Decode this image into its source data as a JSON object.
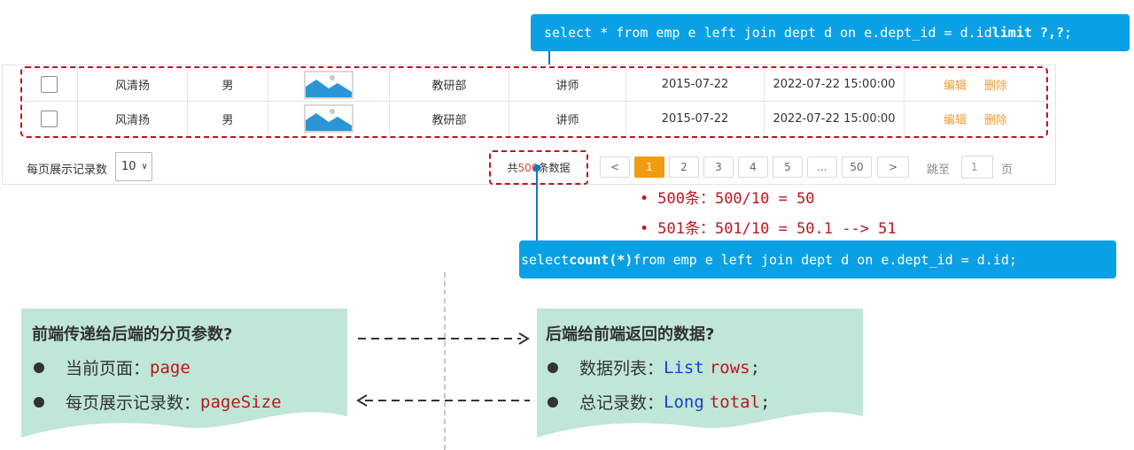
{
  "sql": {
    "limit_query": {
      "text": "select * from emp e left join dept d on e.dept_id = d.id ",
      "bold": "limit ?,?",
      "tail": ";"
    },
    "count_query": {
      "pre": "select ",
      "bold": "count(*)",
      "text": " from emp e left join dept d on e.dept_id = d.id;"
    }
  },
  "table": {
    "rows": [
      {
        "name": "风清扬",
        "gender": "男",
        "dept": "教研部",
        "job": "讲师",
        "entry_date": "2015-07-22",
        "update_time": "2022-07-22 15:00:00",
        "edit": "编辑",
        "delete": "删除"
      },
      {
        "name": "风清扬",
        "gender": "男",
        "dept": "教研部",
        "job": "讲师",
        "entry_date": "2015-07-22",
        "update_time": "2022-07-22 15:00:00",
        "edit": "编辑",
        "delete": "删除"
      }
    ]
  },
  "pagination": {
    "page_size_label": "每页展示记录数",
    "page_size_value": "10",
    "total_prefix": "共",
    "total_count": "500",
    "total_suffix": "条数据",
    "prev": "<",
    "next": ">",
    "pages": [
      "1",
      "2",
      "3",
      "4",
      "5",
      "...",
      "50"
    ],
    "current_page": "1",
    "jump_label": "跳至",
    "jump_value": "1",
    "page_unit": "页"
  },
  "calc": [
    {
      "bullet": "•",
      "text": "500条：500/10 = 50"
    },
    {
      "bullet": "•",
      "text": "501条：501/10 = 50.1 --> 51"
    }
  ],
  "frontend_note": {
    "title": "前端传递给后端的分页参数?",
    "items": [
      {
        "label": "当前页面：",
        "code": "page"
      },
      {
        "label": "每页展示记录数：",
        "code": "pageSize"
      }
    ]
  },
  "backend_note": {
    "title": "后端给前端返回的数据?",
    "items": [
      {
        "label": "数据列表：",
        "code_type": "List",
        "code_var": "rows",
        "tail": ";"
      },
      {
        "label": "总记录数：",
        "code_type": "Long",
        "code_var": "total",
        "tail": ";"
      }
    ]
  },
  "colors": {
    "accent": "#0aa0e6",
    "highlight": "#c0141c",
    "note_bg": "#bfe6d6",
    "active_page": "#f39c12",
    "link": "#f39c34"
  }
}
